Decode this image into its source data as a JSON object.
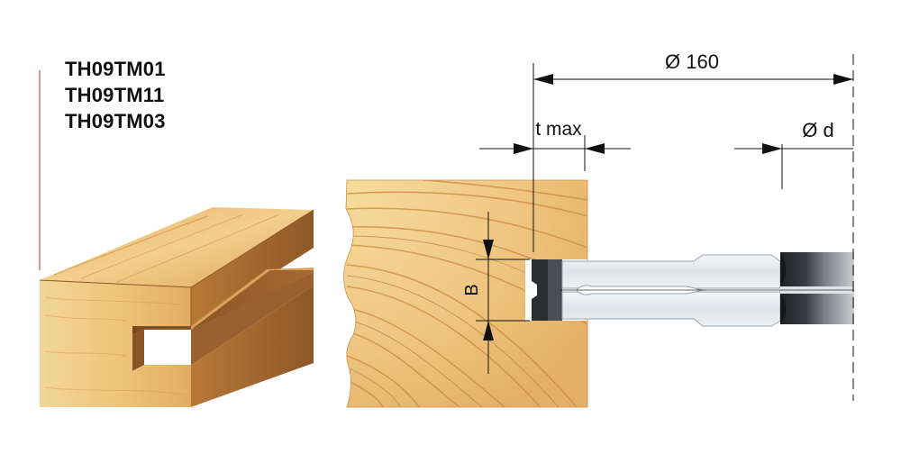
{
  "product_codes": [
    "TH09TM01",
    "TH09TM11",
    "TH09TM03"
  ],
  "dimensions": {
    "diameter_label": "Ø 160",
    "tmax_label": "t max",
    "bore_label": "Ø d",
    "slot_height_label": "B"
  },
  "colors": {
    "wood_light": "#f4d38e",
    "wood_mid": "#e1ad5f",
    "wood_dark": "#a5692f",
    "wood_grain": "#c98a45",
    "tool_body": "#e6eaee",
    "tool_edge": "#9aa3ab",
    "carbide": "#2b2e31",
    "dimension_line": "#111111",
    "accent_line": "#d39a86"
  }
}
